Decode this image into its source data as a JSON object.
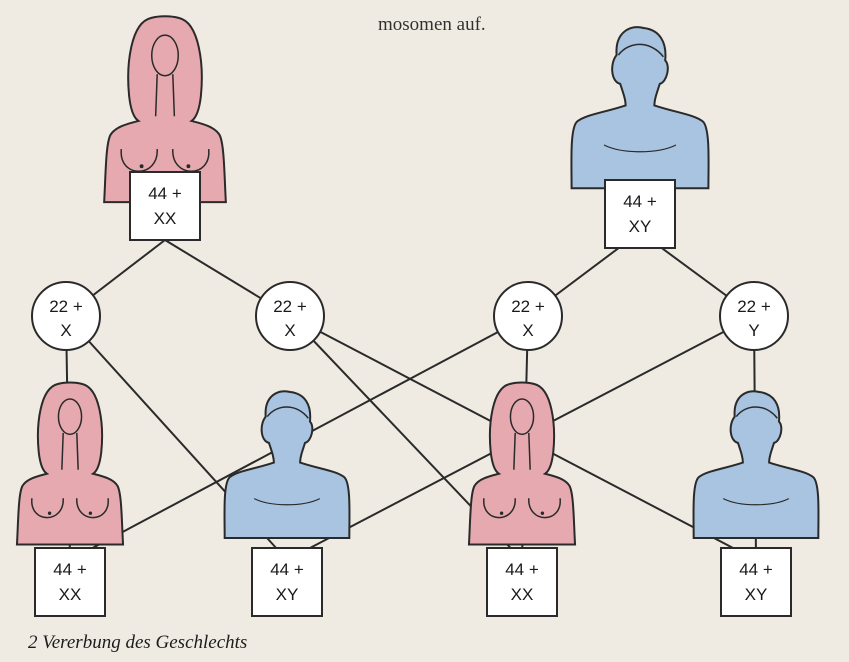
{
  "page_text": "mosomen auf.",
  "colors": {
    "female": "#e6a9b0",
    "male": "#a9c4e0",
    "line": "#2a2a2a",
    "page": "#efebe2"
  },
  "parents": [
    {
      "id": "mother",
      "sex": "female",
      "label_line1": "44 +",
      "label_line2": "XX"
    },
    {
      "id": "father",
      "sex": "male",
      "label_line1": "44 +",
      "label_line2": "XY"
    }
  ],
  "gametes": [
    {
      "id": "egg-1",
      "line1": "22 +",
      "line2": "X"
    },
    {
      "id": "egg-2",
      "line1": "22 +",
      "line2": "X"
    },
    {
      "id": "sperm-1",
      "line1": "22 +",
      "line2": "X"
    },
    {
      "id": "sperm-2",
      "line1": "22 +",
      "line2": "Y"
    }
  ],
  "children": [
    {
      "id": "child-1",
      "sex": "female",
      "label_line1": "44 +",
      "label_line2": "XX"
    },
    {
      "id": "child-2",
      "sex": "male",
      "label_line1": "44 +",
      "label_line2": "XY"
    },
    {
      "id": "child-3",
      "sex": "female",
      "label_line1": "44 +",
      "label_line2": "XX"
    },
    {
      "id": "child-4",
      "sex": "male",
      "label_line1": "44 +",
      "label_line2": "XY"
    }
  ],
  "caption": "2  Vererbung des Geschlechts"
}
